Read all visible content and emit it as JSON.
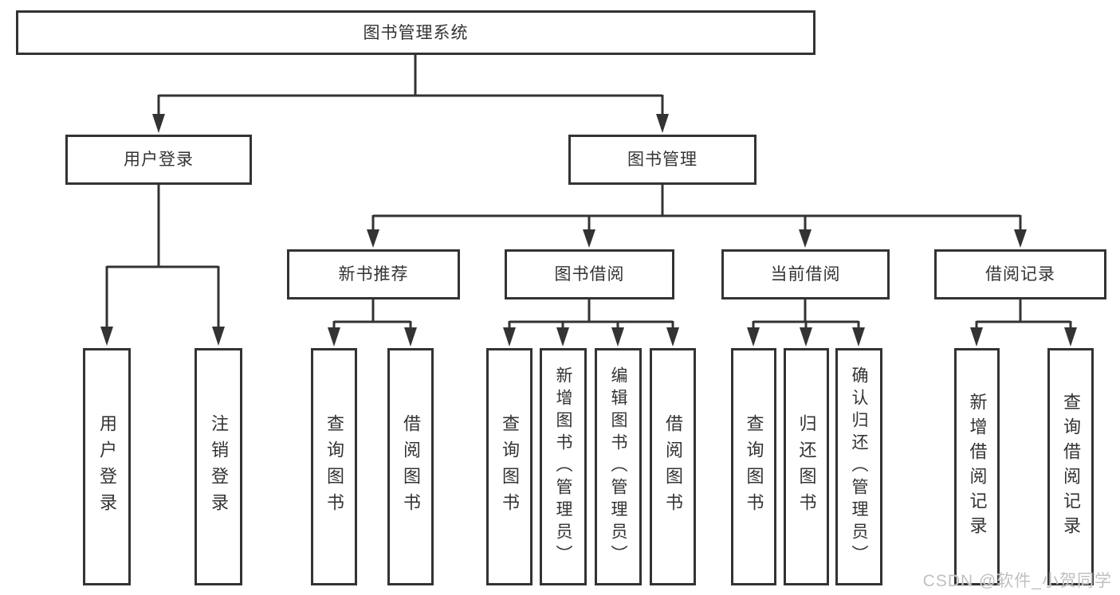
{
  "tree": {
    "label": "图书管理系统",
    "children": [
      {
        "label": "用户登录",
        "children": [
          {
            "label": "用户登录"
          },
          {
            "label": "注销登录"
          }
        ]
      },
      {
        "label": "图书管理",
        "children": [
          {
            "label": "新书推荐",
            "children": [
              {
                "label": "查询图书"
              },
              {
                "label": "借阅图书"
              }
            ]
          },
          {
            "label": "图书借阅",
            "children": [
              {
                "label": "查询图书"
              },
              {
                "label": "新增图书（管理员）"
              },
              {
                "label": "编辑图书（管理员）"
              },
              {
                "label": "借阅图书"
              }
            ]
          },
          {
            "label": "当前借阅",
            "children": [
              {
                "label": "查询图书"
              },
              {
                "label": "归还图书"
              },
              {
                "label": "确认归还（管理员）"
              }
            ]
          },
          {
            "label": "借阅记录",
            "children": [
              {
                "label": "新增借阅记录"
              },
              {
                "label": "查询借阅记录"
              }
            ]
          }
        ]
      }
    ]
  },
  "watermark": {
    "text": "CSDN @软件_小贺同学"
  },
  "colors": {
    "line": "#333333",
    "box_border": "#333333",
    "box_fill": "#ffffff",
    "text": "#333333",
    "watermark": "#c0c0c0",
    "background": "#ffffff"
  }
}
